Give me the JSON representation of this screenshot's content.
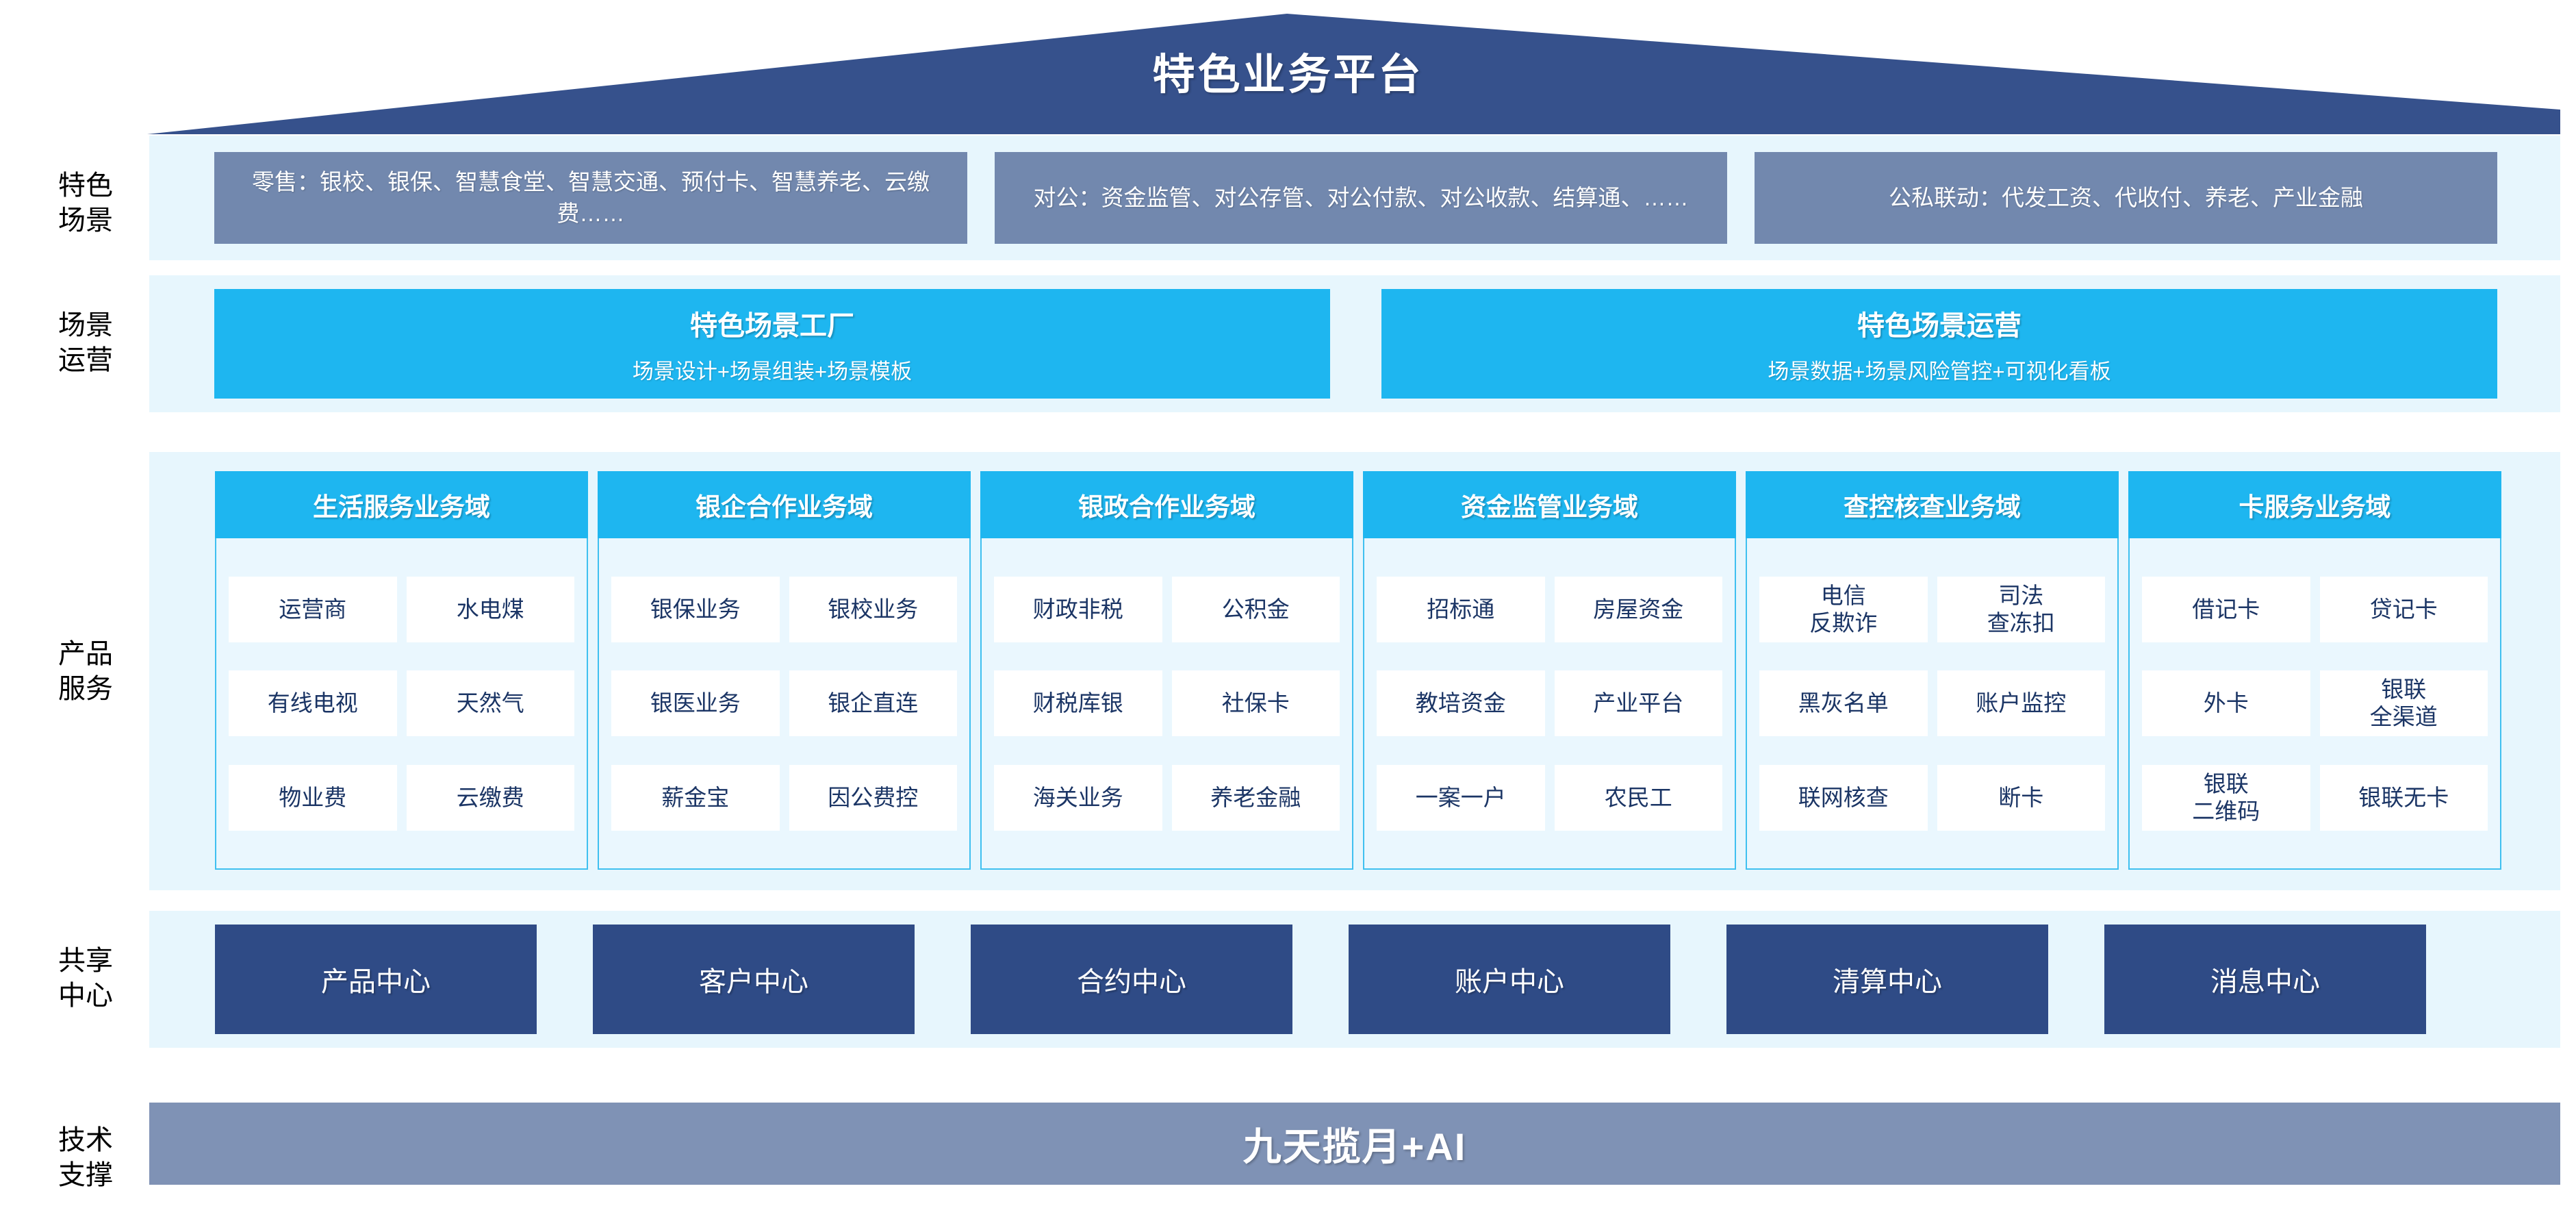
{
  "header": {
    "title": "特色业务平台"
  },
  "rows": [
    {
      "label": "特色\n场景"
    },
    {
      "label": "场景\n运营"
    },
    {
      "label": "产品\n服务"
    },
    {
      "label": "共享\n中心"
    },
    {
      "label": "技术\n支撑"
    }
  ],
  "scenarios": {
    "label": "特色场景",
    "boxes": [
      {
        "text": "零售：银校、银保、智慧食堂、智慧交通、预付卡、智慧养老、云缴费……"
      },
      {
        "text": "对公：资金监管、对公存管、对公付款、对公收款、结算通、……"
      },
      {
        "text": "公私联动：代发工资、代收付、养老、产业金融"
      }
    ]
  },
  "operations": {
    "label": "场景运营",
    "boxes": [
      {
        "title": "特色场景工厂",
        "subtitle": "场景设计+场景组装+场景模板"
      },
      {
        "title": "特色场景运营",
        "subtitle": "场景数据+场景风险管控+可视化看板"
      }
    ]
  },
  "products": {
    "label": "产品服务",
    "domains": [
      {
        "title": "生活服务业务域",
        "rows": [
          [
            "运营商",
            "水电煤"
          ],
          [
            "有线电视",
            "天然气"
          ],
          [
            "物业费",
            "云缴费"
          ]
        ]
      },
      {
        "title": "银企合作业务域",
        "rows": [
          [
            "银保业务",
            "银校业务"
          ],
          [
            "银医业务",
            "银企直连"
          ],
          [
            "薪金宝",
            "因公费控"
          ]
        ]
      },
      {
        "title": "银政合作业务域",
        "rows": [
          [
            "财政非税",
            "公积金"
          ],
          [
            "财税库银",
            "社保卡"
          ],
          [
            "海关业务",
            "养老金融"
          ]
        ]
      },
      {
        "title": "资金监管业务域",
        "rows": [
          [
            "招标通",
            "房屋资金"
          ],
          [
            "教培资金",
            "产业平台"
          ],
          [
            "一案一户",
            "农民工"
          ]
        ]
      },
      {
        "title": "查控核查业务域",
        "rows": [
          [
            "电信\n反欺诈",
            "司法\n查冻扣"
          ],
          [
            "黑灰名单",
            "账户监控"
          ],
          [
            "联网核查",
            "断卡"
          ]
        ]
      },
      {
        "title": "卡服务业务域",
        "rows": [
          [
            "借记卡",
            "贷记卡"
          ],
          [
            "外卡",
            "银联\n全渠道"
          ],
          [
            "银联\n二维码",
            "银联无卡"
          ]
        ]
      }
    ]
  },
  "shared_centers": {
    "label": "共享中心",
    "items": [
      "产品中心",
      "客户中心",
      "合约中心",
      "账户中心",
      "清算中心",
      "消息中心"
    ]
  },
  "tech_support": {
    "label": "技术支撑",
    "text": "九天揽月+AI"
  },
  "colors": {
    "roof": "#36518C",
    "scenario_box": "#7288AE",
    "cyan": "#1EB6F0",
    "panel_bg": "#E7F6FD",
    "center_box": "#2F4B86",
    "tech_bar": "#7F92B5",
    "cell_text": "#1B3565"
  }
}
